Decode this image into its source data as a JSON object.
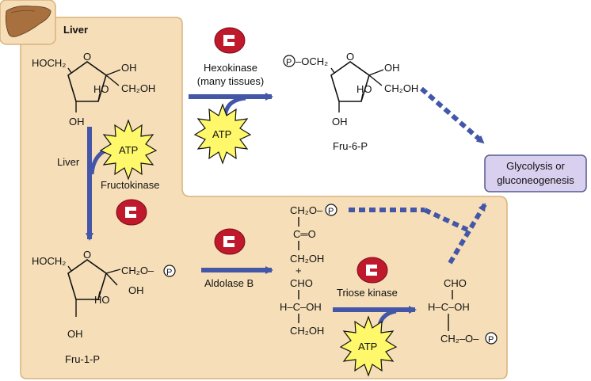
{
  "colors": {
    "liver_panel": "#f6dfb8",
    "panel_border": "#d9b27a",
    "arrow_blue": "#4456a8",
    "atp_fill": "#fff86a",
    "enzyme_red": "#c0192c",
    "end_box_fill": "#d9d0ef",
    "end_box_border": "#555a8e"
  },
  "liver_label": "Liver",
  "icons": {
    "organ": "liver-organ-icon",
    "enzyme": "enzyme-icon",
    "atp": "atp-burst-icon"
  },
  "fructose": {
    "hoch2": "HOCH₂",
    "ring_o": "O",
    "oh_top": "OH",
    "ch2oh": "CH₂OH",
    "ho_inner": "HO",
    "oh_bottom": "OH"
  },
  "fructokinase_step": {
    "location": "Liver",
    "enzyme": "Fructokinase",
    "cofactor": "ATP"
  },
  "hexokinase_step": {
    "enzyme_line1": "Hexokinase",
    "enzyme_line2": "(many tissues)",
    "cofactor": "ATP"
  },
  "fru6p": {
    "phos": "P",
    "och2": "–OCH₂",
    "ring_o": "O",
    "oh_top": "OH",
    "ch2oh": "CH₂OH",
    "ho_inner": "HO",
    "oh_bottom": "OH",
    "name": "Fru-6-P"
  },
  "end_box": {
    "line1": "Glycolysis or",
    "line2": "gluconeogenesis"
  },
  "fru1p": {
    "hoch2": "HOCH₂",
    "ring_o": "O",
    "ch2o": "CH₂O–",
    "phos": "P",
    "oh_right": "OH",
    "ho_inner": "HO",
    "oh_bottom": "OH",
    "name": "Fru-1-P"
  },
  "aldolase_step": {
    "enzyme": "Aldolase B"
  },
  "dhap": {
    "ch2o": "CH₂O–",
    "phos": "P",
    "c_eq_o": "C═O",
    "ch2oh": "CH₂OH"
  },
  "plus": "+",
  "glyceraldehyde": {
    "cho": "CHO",
    "hcoh": "H–C–OH",
    "ch2oh": "CH₂OH"
  },
  "triose_step": {
    "enzyme": "Triose kinase",
    "cofactor": "ATP"
  },
  "ga3p": {
    "cho": "CHO",
    "hcoh": "H–C–OH",
    "ch2o": "CH₂–O–",
    "phos": "P"
  }
}
